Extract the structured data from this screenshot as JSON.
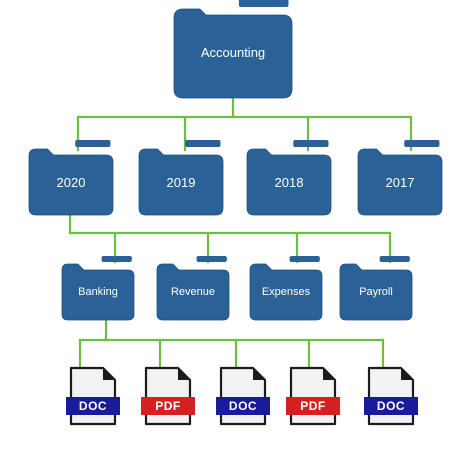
{
  "diagram": {
    "root": {
      "label": "Accounting",
      "icon": "folder-icon"
    },
    "years": [
      {
        "label": "2020",
        "icon": "folder-icon"
      },
      {
        "label": "2019",
        "icon": "folder-icon"
      },
      {
        "label": "2018",
        "icon": "folder-icon"
      },
      {
        "label": "2017",
        "icon": "folder-icon"
      }
    ],
    "categories": [
      {
        "label": "Banking",
        "icon": "folder-icon"
      },
      {
        "label": "Revenue",
        "icon": "folder-icon"
      },
      {
        "label": "Expenses",
        "icon": "folder-icon"
      },
      {
        "label": "Payroll",
        "icon": "folder-icon"
      }
    ],
    "files": [
      {
        "type": "DOC",
        "icon": "doc-file-icon",
        "badge_color": "#1a1a9c"
      },
      {
        "type": "PDF",
        "icon": "pdf-file-icon",
        "badge_color": "#d42020"
      },
      {
        "type": "DOC",
        "icon": "doc-file-icon",
        "badge_color": "#1a1a9c"
      },
      {
        "type": "PDF",
        "icon": "pdf-file-icon",
        "badge_color": "#d42020"
      },
      {
        "type": "DOC",
        "icon": "doc-file-icon",
        "badge_color": "#1a1a9c"
      }
    ],
    "colors": {
      "folder": "#2a6297",
      "folder_stroke": "#1f4f7c",
      "connector": "#6fbd45",
      "page": "#f2f2f2",
      "page_stroke": "#1b1b1b"
    }
  }
}
